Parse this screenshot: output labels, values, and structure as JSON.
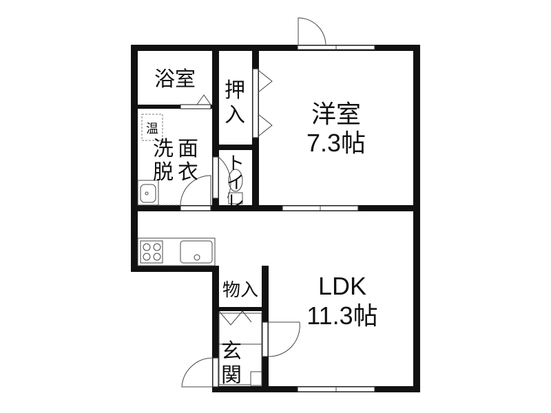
{
  "rooms": {
    "bath": "浴室",
    "closet_top": [
      "押",
      "入"
    ],
    "water_heater": "温",
    "washroom_1": [
      "洗",
      "面"
    ],
    "washroom_2": [
      "脱",
      "衣"
    ],
    "toilet": [
      "ト",
      "イ",
      "レ"
    ],
    "western_room_name": "洋室",
    "western_room_size": "7.3帖",
    "storage": "物入",
    "entrance": [
      "玄",
      "関"
    ],
    "ldk_name": "LDK",
    "ldk_size": "11.3帖"
  },
  "colors": {
    "wall": "#111111",
    "line": "#444444",
    "background": "#ffffff"
  }
}
